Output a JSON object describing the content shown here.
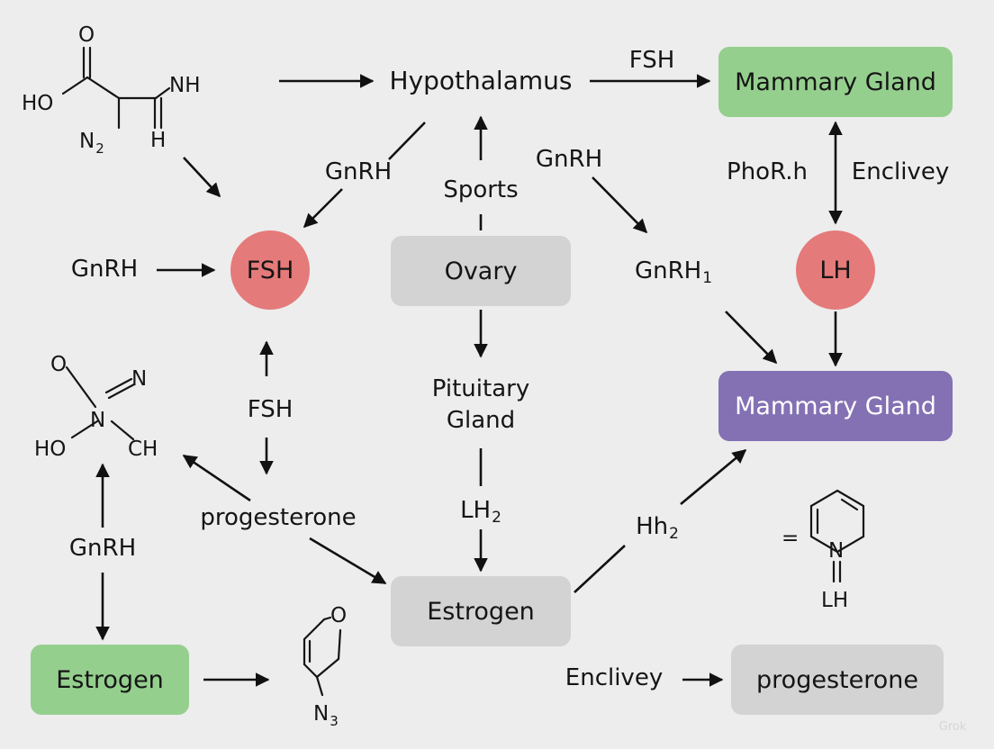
{
  "colors": {
    "background": "#ededed",
    "green": "#95cf8e",
    "red": "#e57a7a",
    "purple": "#8371b4",
    "gray": "#d3d3d3",
    "arrow": "#111111"
  },
  "nodes": {
    "hypothalamus": "Hypothalamus",
    "mammary_top": "Mammary Gland",
    "fsh_circle": "FSH",
    "ovary": "Ovary",
    "lh_circle": "LH",
    "pituitary": "Pituitary Gland",
    "mammary_purple": "Mammary Gland",
    "estrogen_center": "Estrogen",
    "estrogen_green": "Estrogen",
    "progesterone_box": "progesterone"
  },
  "labels": {
    "fsh_top": "FSH",
    "gnrh_upper_left": "GnRH",
    "sports": "Sports",
    "gnrh_upper_right": "GnRH",
    "phorh": "PhoR.h",
    "enclivey_right": "Enclivey",
    "gnrh_left": "GnRH",
    "gnrh1": "GnRH",
    "gnrh1_sub": "1",
    "fsh_mid": "FSH",
    "progesterone_mid": "progesterone",
    "gnrh_lower_left": "GnRH",
    "lh2": "LH",
    "lh2_sub": "2",
    "hh2": "Hh",
    "hh2_sub": "2",
    "enclivey_bottom": "Enclivey"
  },
  "chem": {
    "m1_o": "O",
    "m1_ho": "HO",
    "m1_nh": "NH",
    "m1_n2": "N",
    "m1_n2_sub": "2",
    "m1_h": "H",
    "m2_o": "O",
    "m2_n_top": "N",
    "m2_n_center": "N",
    "m2_ho": "HO",
    "m2_ch": "CH",
    "m3_o": "O",
    "m3_n3": "N",
    "m3_n3_sub": "3",
    "m4_eq": "=",
    "m4_n": "N",
    "m4_lh": "LH"
  },
  "watermark": "Grok"
}
